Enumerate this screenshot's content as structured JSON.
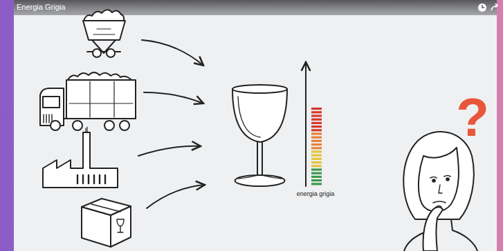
{
  "diagram": {
    "title": "Energia Grigia",
    "labels": [
      "energia grigia",
      "?"
    ]
  }
}
